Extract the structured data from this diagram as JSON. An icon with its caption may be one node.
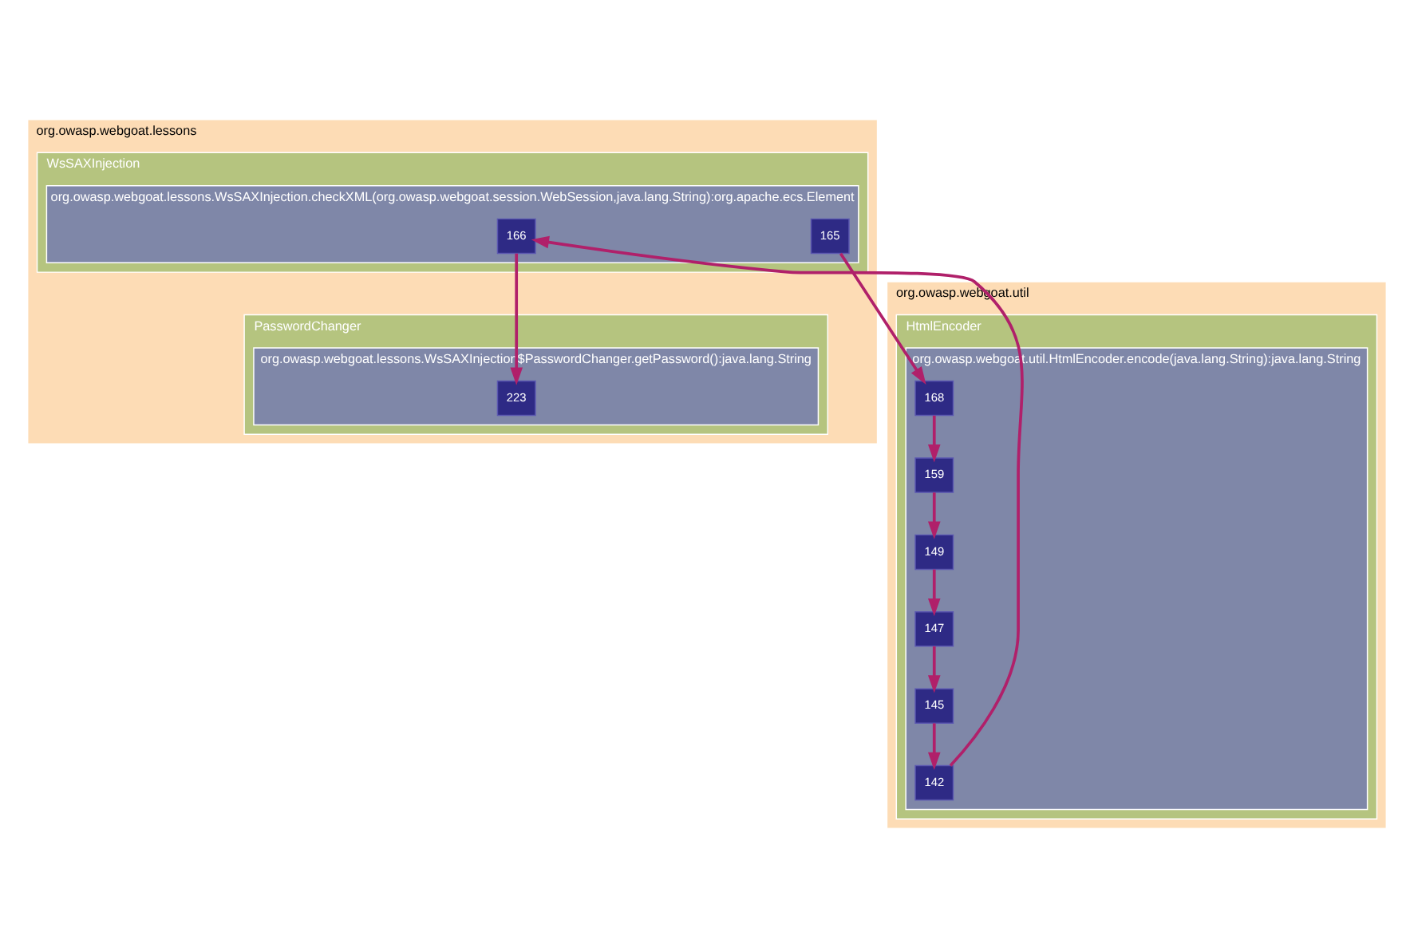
{
  "diagram": {
    "nodes": [
      {
        "text": [
          "org.owasp.webgoat.lessons"
        ]
      },
      {
        "text": [
          "WsSAXInjection"
        ],
        "in": 0
      },
      {
        "text": [
          "org.owasp.webgoat.lessons.WsSAXInjection.checkXML(org.owasp.webgoat.session.WebSession,java.lang.String):org.apache.ecs.Element"
        ],
        "in": 1
      },
      {
        "text": [
          "165"
        ],
        "in": 2
      },
      {
        "text": [
          "166"
        ],
        "in": 2
      },
      {
        "text": [
          "PasswordChanger"
        ],
        "in": 0
      },
      {
        "text": [
          "org.owasp.webgoat.lessons.WsSAXInjection$PasswordChanger.getPassword():java.lang.String"
        ],
        "in": 5
      },
      {
        "text": [
          "223"
        ],
        "in": 6
      },
      {
        "text": [
          "org.owasp.webgoat.util"
        ]
      },
      {
        "text": [
          "HtmlEncoder"
        ],
        "in": 8
      },
      {
        "text": [
          "org.owasp.webgoat.util.HtmlEncoder.encode(java.lang.String):java.lang.String"
        ],
        "in": 9
      },
      {
        "text": [
          "168"
        ],
        "in": 10
      },
      {
        "text": [
          "159"
        ],
        "in": 10
      },
      {
        "text": [
          "149"
        ],
        "in": 10
      },
      {
        "text": [
          "147"
        ],
        "in": 10
      },
      {
        "text": [
          "145"
        ],
        "in": 10
      },
      {
        "text": [
          "142"
        ],
        "in": 10
      }
    ],
    "edges": [
      {
        "from": 3,
        "to": 11,
        "arrow": "to"
      },
      {
        "from": 11,
        "to": 12,
        "arrow": "to"
      },
      {
        "from": 12,
        "to": 13,
        "arrow": "to"
      },
      {
        "from": 13,
        "to": 14,
        "arrow": "to"
      },
      {
        "from": 14,
        "to": 15,
        "arrow": "to"
      },
      {
        "from": 15,
        "to": 16,
        "arrow": "to"
      },
      {
        "from": 16,
        "to": 4,
        "arrow": "to"
      },
      {
        "from": 4,
        "to": 7,
        "arrow": "to"
      }
    ]
  }
}
